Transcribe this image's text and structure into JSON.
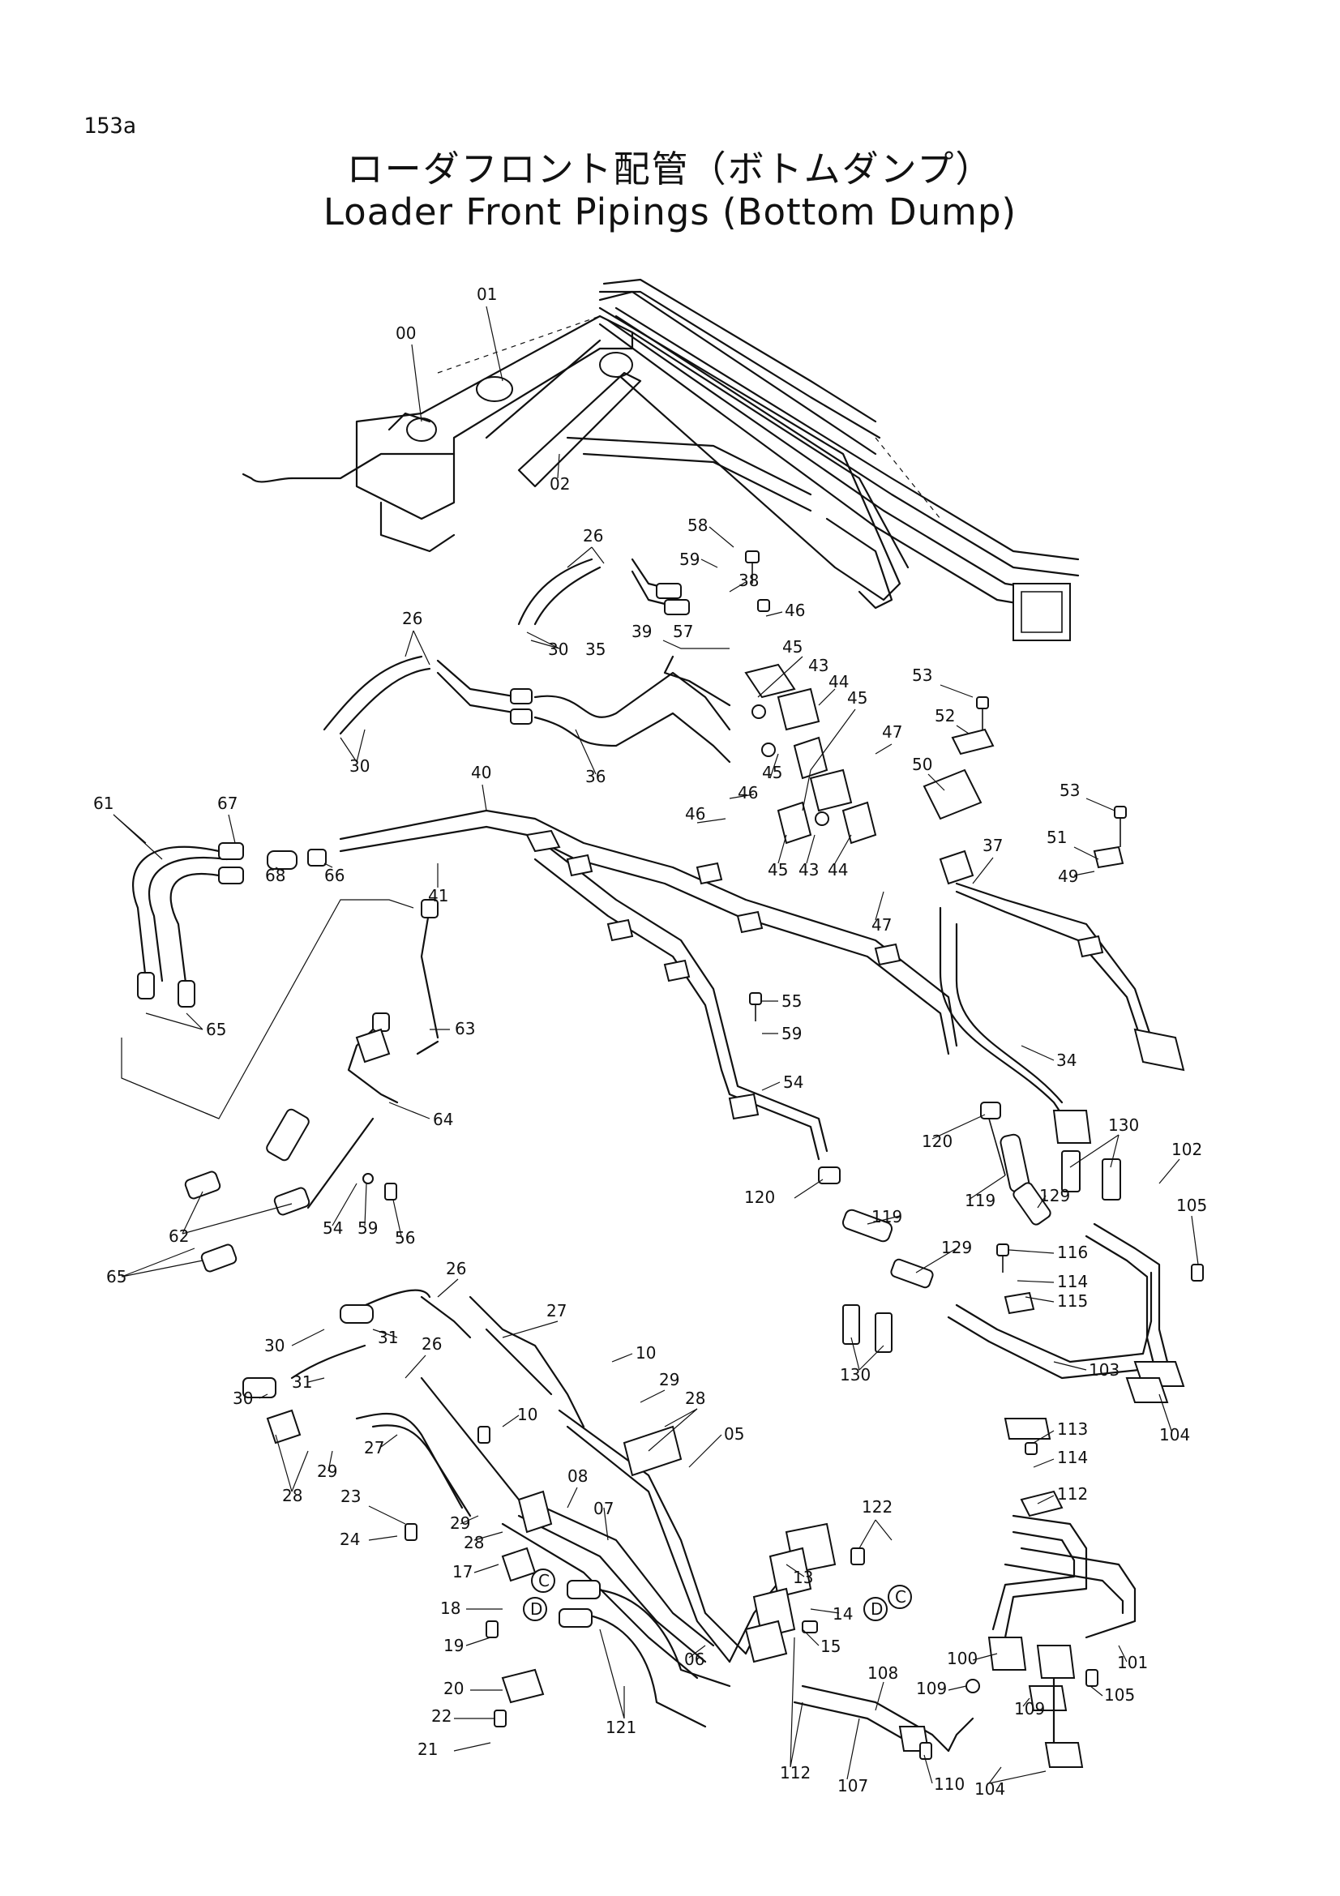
{
  "page_number": "153a",
  "title_ja": "ローダフロント配管（ボトムダンプ）",
  "title_en": "Loader Front Pipings (Bottom Dump)",
  "callouts": {
    "c00": "00",
    "c01": "01",
    "c02": "02",
    "c26a": "26",
    "c26b": "26",
    "c26c": "26",
    "c26d": "26",
    "c58": "58",
    "c59a": "59",
    "c38": "38",
    "c46a": "46",
    "c57": "57",
    "c39": "39",
    "c30a": "30",
    "c35": "35",
    "c45a": "45",
    "c43a": "43",
    "c44a": "44",
    "c45b": "45",
    "c53a": "53",
    "c52": "52",
    "c47a": "47",
    "c50": "50",
    "c45c": "45",
    "c46b": "46",
    "c30b": "30",
    "c36": "36",
    "c40": "40",
    "c61": "61",
    "c67": "67",
    "c68": "68",
    "c66": "66",
    "c41": "41",
    "c46c": "46",
    "c45d": "45",
    "c43b": "43",
    "c44b": "44",
    "c53b": "53",
    "c51": "51",
    "c37": "37",
    "c49": "49",
    "c47b": "47",
    "c55": "55",
    "c59b": "59",
    "c65a": "65",
    "c63": "63",
    "c34": "34",
    "c54a": "54",
    "c64": "64",
    "c130a": "130",
    "c120a": "120",
    "c119a": "119",
    "c129a": "129",
    "c102": "102",
    "c62": "62",
    "c54b": "54",
    "c59c": "59",
    "c56": "56",
    "c120b": "120",
    "c119b": "119",
    "c105a": "105",
    "c65b": "65",
    "c116": "116",
    "c129b": "129",
    "c114a": "114",
    "c115": "115",
    "c27a": "27",
    "c30c": "30",
    "c31a": "31",
    "c10a": "10",
    "c29a": "29",
    "c130b": "130",
    "c103": "103",
    "c31b": "31",
    "c28a": "28",
    "c30d": "30",
    "c29b": "29",
    "c27b": "27",
    "c10b": "10",
    "c104a": "104",
    "c05": "05",
    "c28b": "28",
    "c113": "113",
    "c114b": "114",
    "c08": "08",
    "c112a": "112",
    "c07": "07",
    "c23": "23",
    "c29c": "29",
    "c122": "122",
    "c24": "24",
    "c28c": "28",
    "c17": "17",
    "cC1": "C",
    "c13": "13",
    "cC2": "C",
    "c18": "18",
    "cD1": "D",
    "c14": "14",
    "cD2": "D",
    "c19": "19",
    "c15": "15",
    "c06": "06",
    "c100": "100",
    "c101": "101",
    "c20": "20",
    "c109a": "109",
    "c108": "108",
    "c105b": "105",
    "c22": "22",
    "c121": "121",
    "c109b": "109",
    "c21": "21",
    "c112b": "112",
    "c107": "107",
    "c110": "110",
    "c104b": "104"
  }
}
